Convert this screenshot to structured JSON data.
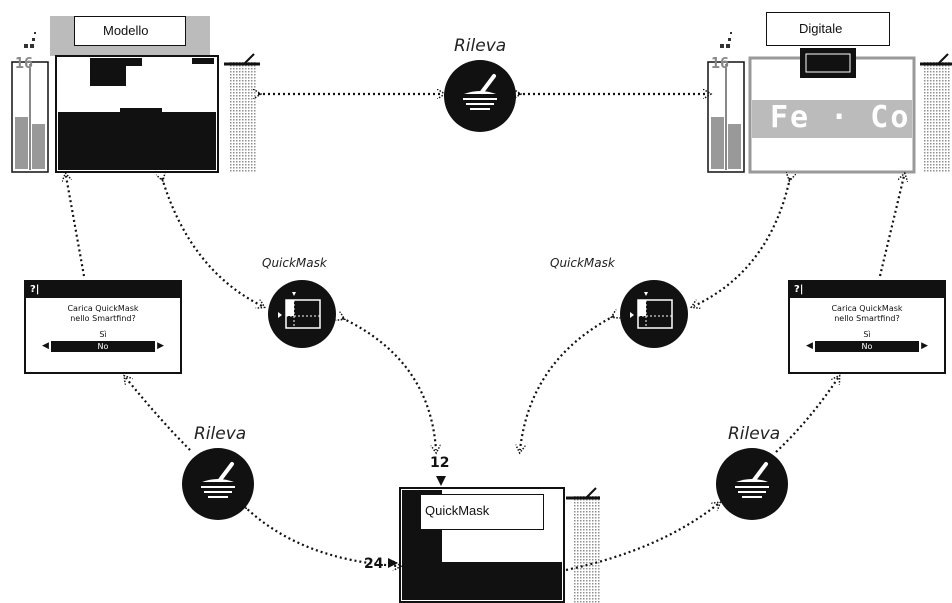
{
  "labels": {
    "rileva_top": "Rileva",
    "rileva_left": "Rileva",
    "rileva_right": "Rileva",
    "quickmask_left": "QuickMask",
    "quickmask_right": "QuickMask"
  },
  "screens": {
    "left_top": {
      "tag": "Modello",
      "level": "16"
    },
    "right_top": {
      "tag": "Digitale",
      "level": "16",
      "readout": "Fe · Co"
    },
    "bottom": {
      "tag": "QuickMask",
      "marker_top": "12",
      "marker_left": "24"
    }
  },
  "dialogs": {
    "left": {
      "header": "?|",
      "message_line1": "Carica QuickMask",
      "message_line2": "nello Smartfind?",
      "option_yes": "Sì",
      "option_no": "No"
    },
    "right": {
      "header": "?|",
      "message_line1": "Carica QuickMask",
      "message_line2": "nello Smartfind?",
      "option_yes": "Sì",
      "option_no": "No"
    }
  },
  "icons": {
    "detect": "metal-detector-coil-icon",
    "quickmask": "quickmask-icon",
    "signal": "signal-bars-icon"
  },
  "colors": {
    "ink": "#111111",
    "grey": "#bbbbbb",
    "white": "#ffffff"
  }
}
